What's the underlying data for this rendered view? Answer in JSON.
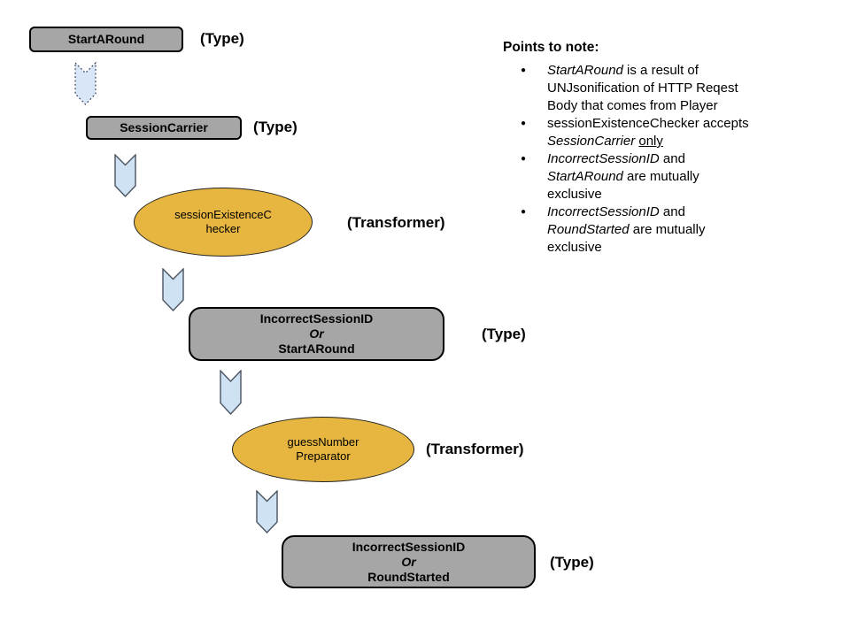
{
  "colors": {
    "type_box_fill": "#a6a6a6",
    "type_box_border": "#000000",
    "transformer_fill": "#e6b640",
    "arrow_fill": "#cfe2f3",
    "arrow_dotted_fill": "#d9e6f7",
    "background": "#ffffff",
    "text": "#000000"
  },
  "diagram": {
    "nodes": [
      {
        "id": "start-a-round",
        "shape": "box",
        "label": [
          {
            "t": "StartARound"
          }
        ],
        "annotation": "(Type)"
      },
      {
        "id": "session-carrier",
        "shape": "box",
        "label": [
          {
            "t": "SessionCarrier"
          }
        ],
        "annotation": "(Type)"
      },
      {
        "id": "session-existence-checker",
        "shape": "ellipse",
        "label": [
          {
            "t": "sessionExistenceC"
          },
          {
            "br": true
          },
          {
            "t": "hecker"
          }
        ],
        "annotation": "(Transformer)"
      },
      {
        "id": "incorrect-session-id-or-start-a-round",
        "shape": "box",
        "label": [
          {
            "t": "IncorrectSessionID"
          },
          {
            "br": true
          },
          {
            "t": "Or",
            "i": true
          },
          {
            "br": true
          },
          {
            "t": "StartARound"
          }
        ],
        "annotation": "(Type)"
      },
      {
        "id": "guess-number-preparator",
        "shape": "ellipse",
        "label": [
          {
            "t": "guessNumber"
          },
          {
            "br": true
          },
          {
            "t": "Preparator"
          }
        ],
        "annotation": "(Transformer)"
      },
      {
        "id": "incorrect-session-id-or-round-started",
        "shape": "box",
        "label": [
          {
            "t": "IncorrectSessionID"
          },
          {
            "br": true
          },
          {
            "t": "Or",
            "i": true
          },
          {
            "br": true
          },
          {
            "t": "RoundStarted"
          }
        ],
        "annotation": "(Type)"
      }
    ],
    "connectors": [
      {
        "from": "start-a-round",
        "to": "session-carrier",
        "style": "dotted",
        "direction": "down"
      },
      {
        "from": "session-carrier",
        "to": "session-existence-checker",
        "style": "solid",
        "direction": "down"
      },
      {
        "from": "session-existence-checker",
        "to": "incorrect-session-id-or-start-a-round",
        "style": "solid",
        "direction": "down"
      },
      {
        "from": "incorrect-session-id-or-start-a-round",
        "to": "guess-number-preparator",
        "style": "solid",
        "direction": "down"
      },
      {
        "from": "guess-number-preparator",
        "to": "incorrect-session-id-or-round-started",
        "style": "solid",
        "direction": "down"
      }
    ]
  },
  "notes": {
    "heading": "Points to note:",
    "bullet_glyph": "●",
    "bullets": [
      [
        {
          "t": "StartARound",
          "i": true
        },
        {
          "t": " is a result of"
        },
        {
          "br": true
        },
        {
          "t": "UNJsonification of HTTP Reqest"
        },
        {
          "br": true
        },
        {
          "t": "Body that comes from Player"
        }
      ],
      [
        {
          "t": "sessionExistenceChecker accepts"
        },
        {
          "br": true
        },
        {
          "t": "SessionCarrier",
          "i": true
        },
        {
          "t": " "
        },
        {
          "t": "only",
          "u": true
        }
      ],
      [
        {
          "t": "IncorrectSessionID",
          "i": true
        },
        {
          "t": " and"
        },
        {
          "br": true
        },
        {
          "t": "StartARound",
          "i": true
        },
        {
          "t": " are mutually"
        },
        {
          "br": true
        },
        {
          "t": "exclusive"
        }
      ],
      [
        {
          "t": "IncorrectSessionID",
          "i": true
        },
        {
          "t": " and"
        },
        {
          "br": true
        },
        {
          "t": "RoundStarted",
          "i": true
        },
        {
          "t": " are mutually"
        },
        {
          "br": true
        },
        {
          "t": "exclusive"
        }
      ]
    ]
  }
}
